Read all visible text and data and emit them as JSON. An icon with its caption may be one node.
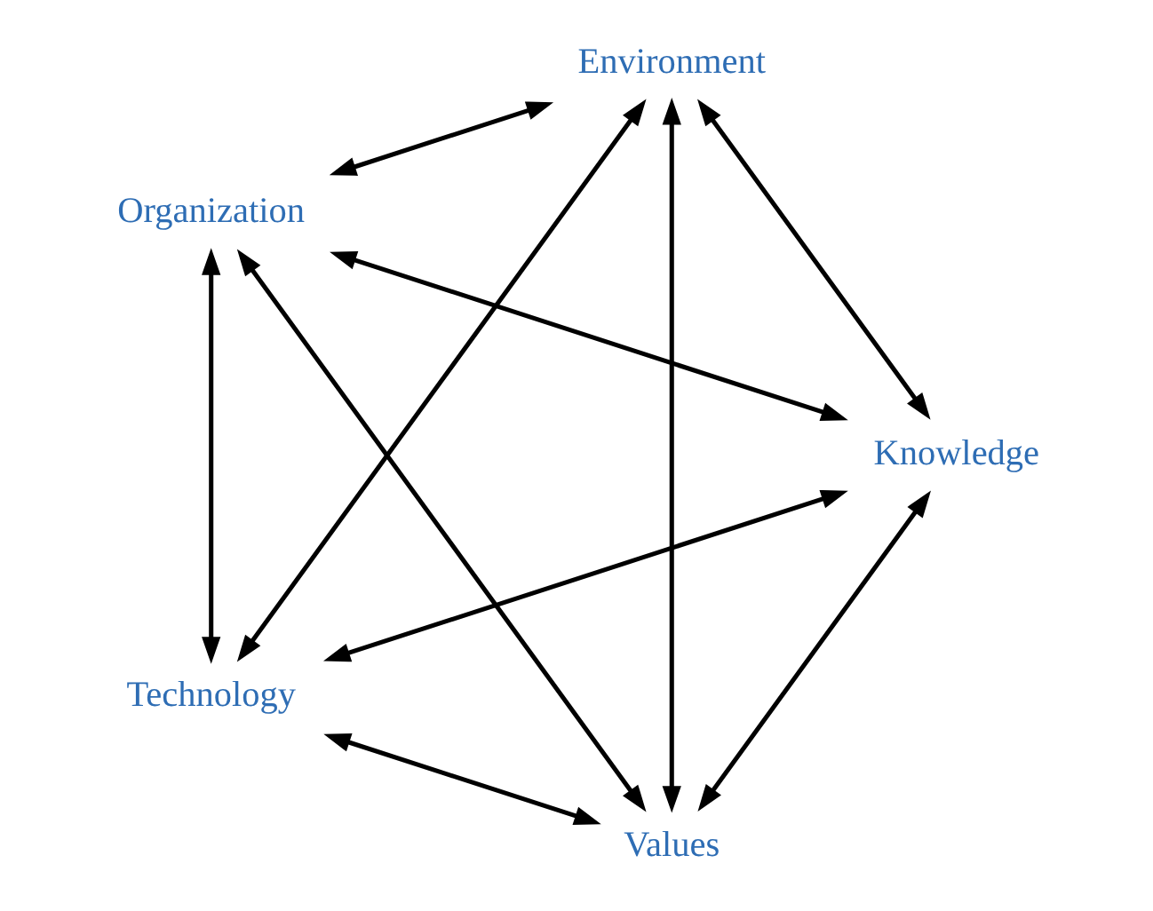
{
  "diagram": {
    "nodes": [
      {
        "text": [
          "Values"
        ]
      },
      {
        "text": [
          "Knowledge"
        ]
      },
      {
        "text": [
          "Organization"
        ]
      },
      {
        "text": [
          "Environment"
        ]
      },
      {
        "text": [
          "Technology"
        ]
      }
    ],
    "edges": [
      {
        "from": 0,
        "to": 1,
        "arrow": "both"
      },
      {
        "from": 0,
        "to": 2,
        "arrow": "both"
      },
      {
        "from": 0,
        "to": 3,
        "arrow": "both"
      },
      {
        "from": 0,
        "to": 4,
        "arrow": "both"
      },
      {
        "from": 1,
        "to": 2,
        "arrow": "both"
      },
      {
        "from": 1,
        "to": 3,
        "arrow": "both"
      },
      {
        "from": 1,
        "to": 4,
        "arrow": "both"
      },
      {
        "from": 2,
        "to": 3,
        "arrow": "both"
      },
      {
        "from": 2,
        "to": 4,
        "arrow": "both"
      },
      {
        "from": 3,
        "to": 4,
        "arrow": "both"
      }
    ]
  }
}
